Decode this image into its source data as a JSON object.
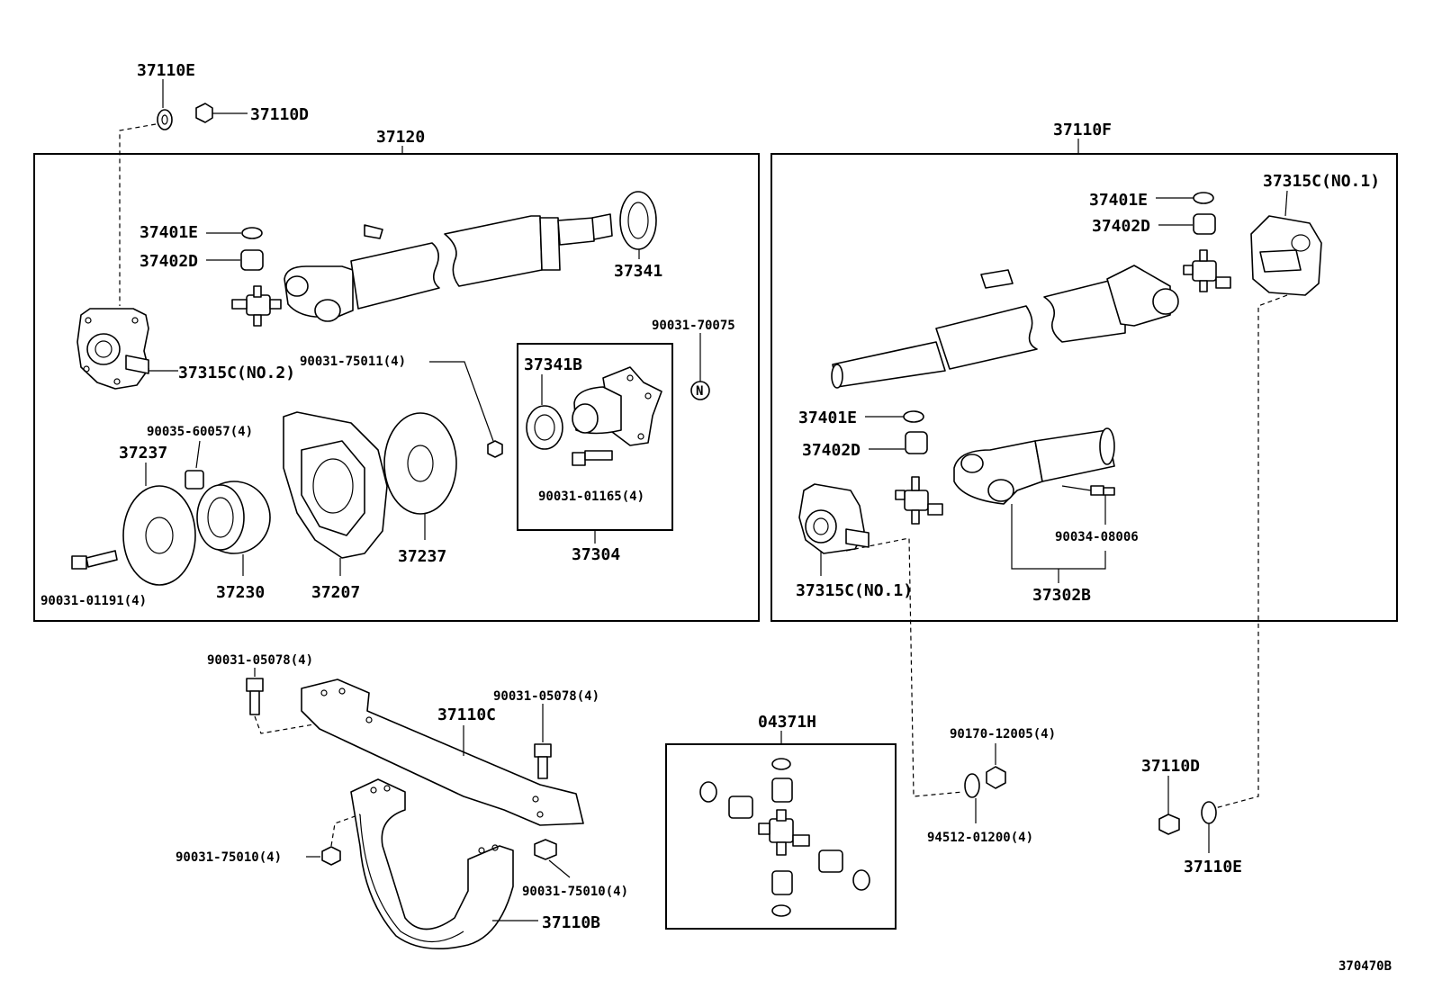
{
  "diagram_id": "370470B",
  "groups": {
    "left_box": "37120",
    "right_box": "37110F",
    "bearing_box": "37304",
    "kit_box": "04371H"
  },
  "labels": {
    "l_37110E_top": "37110E",
    "l_37110D_top": "37110D",
    "l_37401E_left": "37401E",
    "l_37402D_left": "37402D",
    "l_37341": "37341",
    "l_37315C_no2": "37315C(NO.2)",
    "l_90031_75011": "90031-75011(4)",
    "l_90031_70075": "90031-70075",
    "l_37341B": "37341B",
    "l_90035_60057": "90035-60057(4)",
    "l_37237_left": "37237",
    "l_90031_01165": "90031-01165(4)",
    "l_37237_right": "37237",
    "l_90031_01191": "90031-01191(4)",
    "l_37230": "37230",
    "l_37207": "37207",
    "l_37401E_r1": "37401E",
    "l_37402D_r1": "37402D",
    "l_37315C_no1_top": "37315C(NO.1)",
    "l_37401E_r2": "37401E",
    "l_37402D_r2": "37402D",
    "l_90034_08006": "90034-08006",
    "l_37315C_no1_bot": "37315C(NO.1)",
    "l_37302B": "37302B",
    "l_90031_05078_a": "90031-05078(4)",
    "l_90031_05078_b": "90031-05078(4)",
    "l_37110C": "37110C",
    "l_90031_75010_a": "90031-75010(4)",
    "l_90031_75010_b": "90031-75010(4)",
    "l_37110B": "37110B",
    "l_90170_12005": "90170-12005(4)",
    "l_94512_01200": "94512-01200(4)",
    "l_37110D_bot": "37110D",
    "l_37110E_bot": "37110E",
    "nut_symbol": "N"
  }
}
